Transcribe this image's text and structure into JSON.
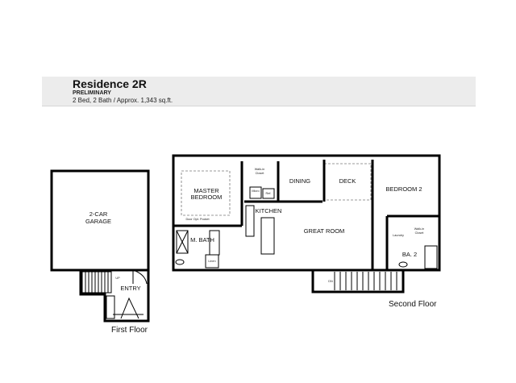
{
  "header": {
    "title": "Residence 2R",
    "status": "PRELIMINARY",
    "summary": "2 Bed, 2 Bath  /  Approx. 1,343 sq.ft."
  },
  "first_floor": {
    "caption": "First Floor",
    "rooms": {
      "garage_line1": "2-CAR",
      "garage_line2": "GARAGE",
      "entry": "ENTRY"
    },
    "notes": {
      "up": "UP"
    }
  },
  "second_floor": {
    "caption": "Second Floor",
    "rooms": {
      "master_line1": "MASTER",
      "master_line2": "BEDROOM",
      "master_bath": "M. BATH",
      "kitchen": "KITCHEN",
      "great_room": "GREAT ROOM",
      "dining": "DINING",
      "deck": "DECK",
      "bedroom2": "BEDROOM 2",
      "bath2": "BA. 2"
    },
    "notes": {
      "walkin_line1": "Walk-in",
      "walkin_line2": "Closet",
      "micro": "Micro",
      "ref": "Ref.",
      "pocket_door": "Door Opt. Pocket",
      "linen": "Linen",
      "laundry": "Laundry",
      "walkin2_line1": "Walk-in",
      "walkin2_line2": "Closet",
      "dn": "DN"
    }
  }
}
